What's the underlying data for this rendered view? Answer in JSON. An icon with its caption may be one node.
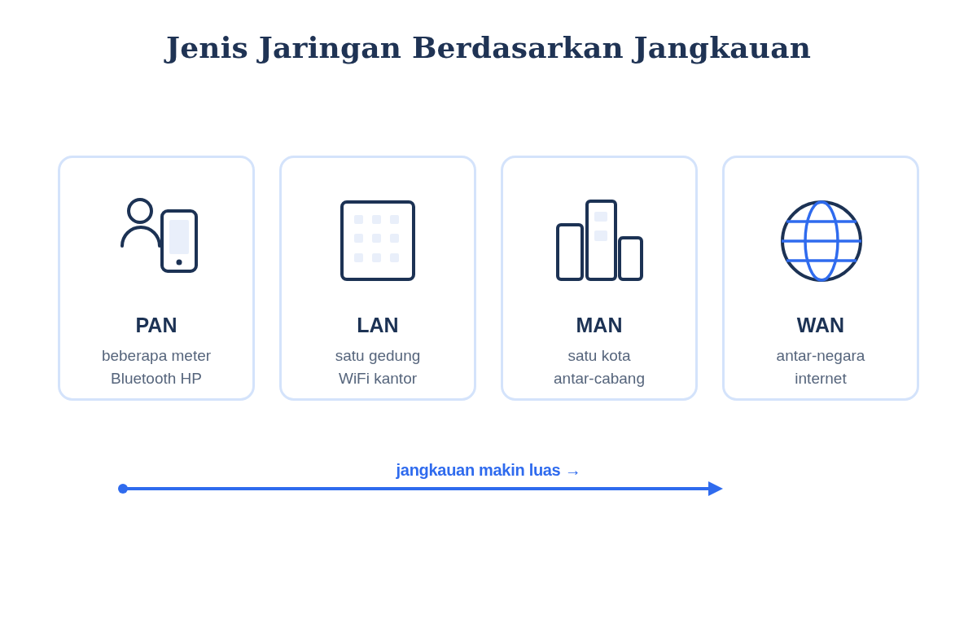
{
  "diagram": {
    "title": "Jenis Jaringan Berdasarkan Jangkauan",
    "nodes": [
      {
        "text": [
          "PAN",
          "beberapa meter",
          "Bluetooth HP"
        ]
      },
      {
        "text": [
          "LAN",
          "satu gedung",
          "WiFi kantor"
        ]
      },
      {
        "text": [
          "MAN",
          "satu kota",
          "antar-cabang"
        ]
      },
      {
        "text": [
          "WAN",
          "antar-negara",
          "internet"
        ]
      }
    ],
    "labels": [
      "jangkauan makin luas →"
    ]
  }
}
